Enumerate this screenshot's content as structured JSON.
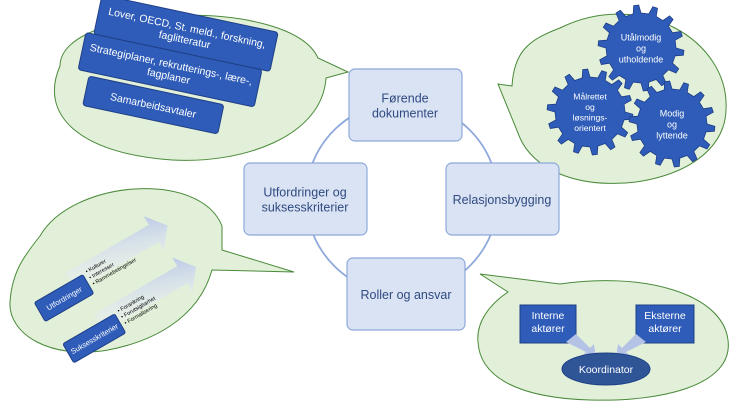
{
  "colors": {
    "callout_fill": "#e2f0d9",
    "callout_stroke": "#4a8a3a",
    "box_fill": "#dae3f3",
    "box_stroke": "#8ea9db",
    "blue": "#2e5cb8",
    "dark_blue": "#2f5597",
    "cycle": "#8ea9db"
  },
  "center": {
    "top": [
      "Førende",
      "dokumenter"
    ],
    "left": [
      "Utfordringer og",
      "suksesskriterier"
    ],
    "right": [
      "Relasjonsbygging"
    ],
    "bottom": [
      "Roller og ansvar"
    ]
  },
  "documents": [
    [
      "Lover, OECD, St. meld., forskning,",
      "faglitteratur"
    ],
    [
      "Strategiplaner, rekrutterings-, lære-,",
      "fagplaner"
    ],
    [
      "Samarbeidsavtaler"
    ]
  ],
  "gears": [
    [
      "Utålmodig",
      "og",
      "utholdende"
    ],
    [
      "Målrettet",
      "og",
      "løsnings-",
      "orientert"
    ],
    [
      "Modig",
      "og",
      "lyttende"
    ]
  ],
  "challenges": {
    "label": "Utfordringer",
    "bullets": [
      "Kulturer",
      "Interesser",
      "Rammebetingelser"
    ]
  },
  "success": {
    "label": "Suksesskriterier",
    "bullets": [
      "Forankring",
      "Forutsigbarhet",
      "Formalisering"
    ]
  },
  "roles": {
    "internal": [
      "Interne",
      "aktører"
    ],
    "external": [
      "Eksterne",
      "aktører"
    ],
    "coordinator": "Koordinator"
  }
}
